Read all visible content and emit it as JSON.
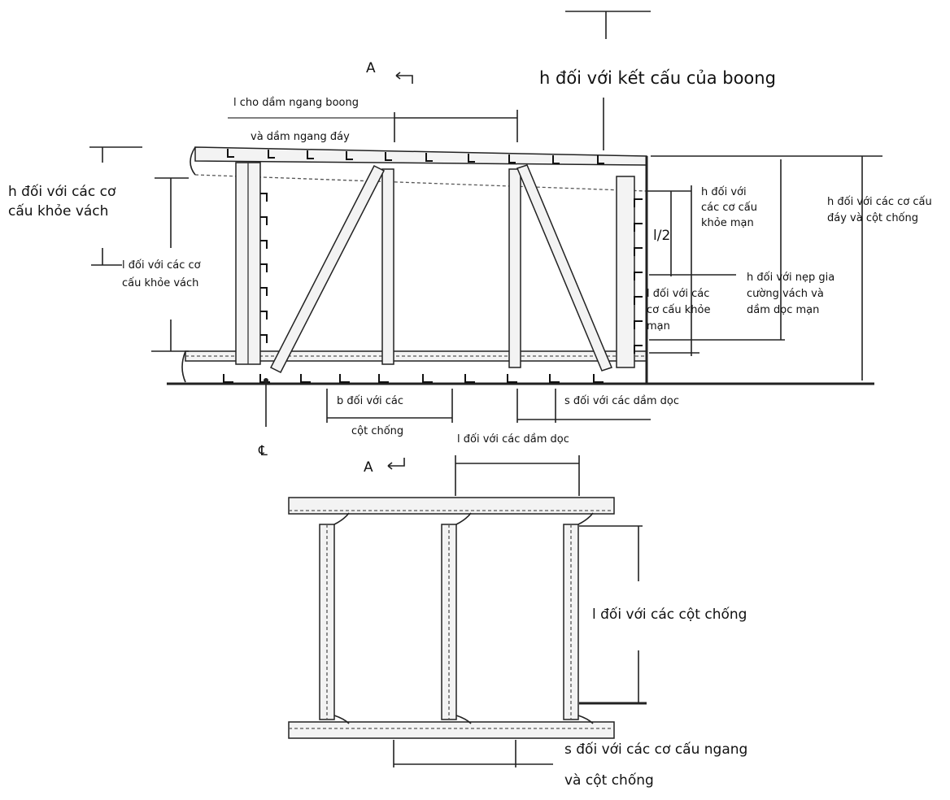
{
  "labels": {
    "h_deck": "h đối với kết cấu của boong",
    "l_deck_beam_1": "l cho dầm ngang boong",
    "l_deck_beam_2": "và dầm ngang đáy",
    "h_bulkhead_1": "h đối với các cơ",
    "h_bulkhead_2": "cấu khỏe vách",
    "l_bulkhead_1": "l đối với các cơ",
    "l_bulkhead_2": "cấu khỏe vách",
    "h_web_1": "h đối với",
    "h_web_2": "các cơ cấu",
    "h_web_3": "khỏe mạn",
    "l_half": "l/2",
    "l_web_1": "l đối với các",
    "l_web_2": "cơ cấu khỏe",
    "l_web_3": "mạn",
    "h_stiffener_1": "h đối với nẹp gia",
    "h_stiffener_2": "cường vách và",
    "h_stiffener_3": "dầm dọc mạn",
    "h_bottom_1": "h đối với các cơ cấu",
    "h_bottom_2": "đáy và cột chống",
    "b_pillars_1": "b đối với các",
    "b_pillars_2": "cột chống",
    "s_longitudinals": "s đối với các dầm dọc",
    "l_longitudinals": "l đối với các dầm dọc",
    "section_top": "A",
    "section_bottom": "A",
    "centerline": "℄",
    "l_pillars": "l đối với các cột chống",
    "s_transverse_1": "s đối với các cơ cấu ngang",
    "s_transverse_2": "và cột chống"
  }
}
